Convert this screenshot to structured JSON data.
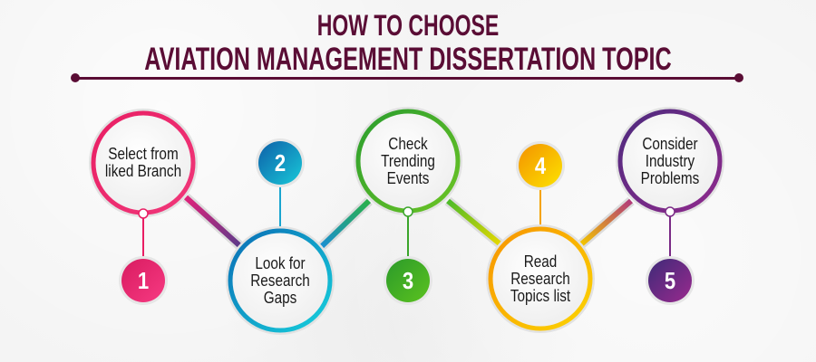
{
  "title": {
    "line1": "HOW TO CHOOSE",
    "line2": "AVIATION MANAGEMENT DISSERTATION TOPIC",
    "color": "#5a0d35"
  },
  "steps": [
    {
      "number": "1",
      "text_lines": [
        "Select from",
        "liked Branch"
      ],
      "color": "#e91e63",
      "color2": "#f0387a",
      "position": "top"
    },
    {
      "number": "2",
      "text_lines": [
        "Look for",
        "Research",
        "Gaps"
      ],
      "color": "#0a7ec0",
      "color2": "#17c4d6",
      "position": "bottom"
    },
    {
      "number": "3",
      "text_lines": [
        "Check",
        "Trending",
        "Events"
      ],
      "color": "#2a9d2e",
      "color2": "#5cc12a",
      "position": "top"
    },
    {
      "number": "4",
      "text_lines": [
        "Read",
        "Research",
        "Topics list"
      ],
      "color": "#f7a300",
      "color2": "#fcd000",
      "position": "bottom"
    },
    {
      "number": "5",
      "text_lines": [
        "Consider",
        "Industry",
        "Problems"
      ],
      "color": "#5b2a7e",
      "color2": "#8e2a8a",
      "position": "top"
    }
  ]
}
